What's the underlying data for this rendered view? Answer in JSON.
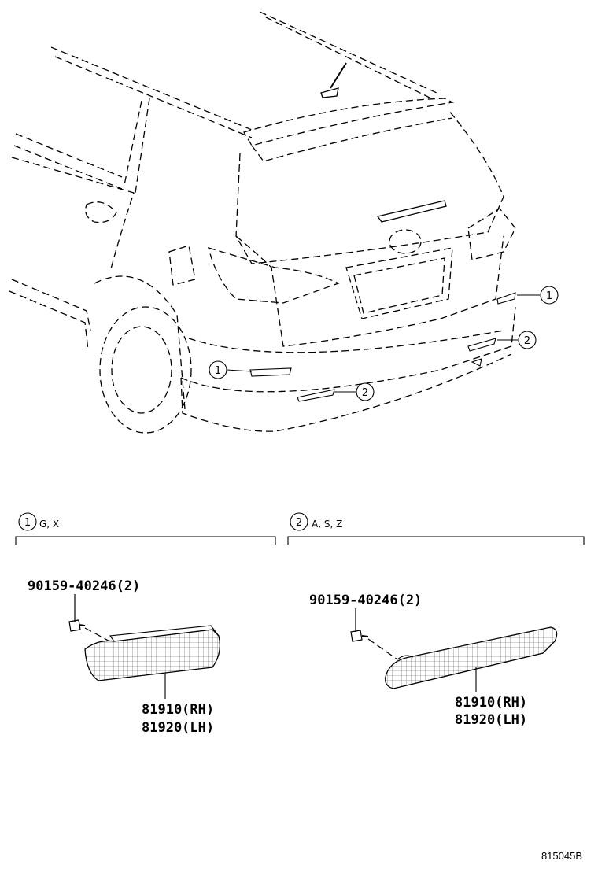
{
  "callouts": {
    "c1": "1",
    "c2": "2"
  },
  "sections": [
    {
      "number": "1",
      "label": "G, X"
    },
    {
      "number": "2",
      "label": "A, S, Z"
    }
  ],
  "parts": {
    "left_bolt": "90159-40246(2)",
    "left_rh": "81910(RH)",
    "left_lh": "81920(LH)",
    "right_bolt": "90159-40246(2)",
    "right_rh": "81910(RH)",
    "right_lh": "81920(LH)"
  },
  "reference_code": "815045B"
}
